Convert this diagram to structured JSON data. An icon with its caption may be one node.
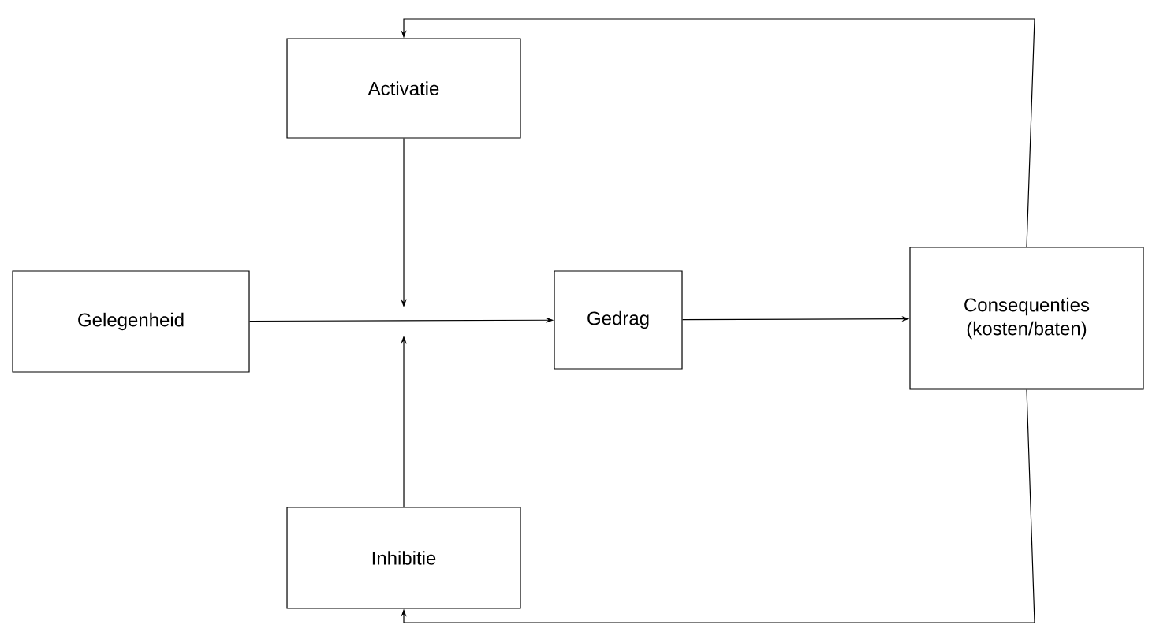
{
  "diagram": {
    "nodes": [
      {
        "text": [
          "Activatie"
        ]
      },
      {
        "text": [
          "Gelegenheid"
        ]
      },
      {
        "text": [
          "Gedrag"
        ]
      },
      {
        "text": [
          "Consequenties (kosten/baten)"
        ]
      },
      {
        "text": [
          "Inhibitie"
        ]
      }
    ],
    "edges": [
      {
        "from": 1,
        "to": 2,
        "arrow": "to"
      },
      {
        "from": 0,
        "to": null,
        "arrow": "to"
      },
      {
        "from": 4,
        "to": null,
        "arrow": "to"
      },
      {
        "from": 2,
        "to": 3,
        "arrow": "to"
      },
      {
        "from": 3,
        "to": 0,
        "arrow": "to"
      },
      {
        "from": 3,
        "to": 4,
        "arrow": "to"
      }
    ]
  }
}
